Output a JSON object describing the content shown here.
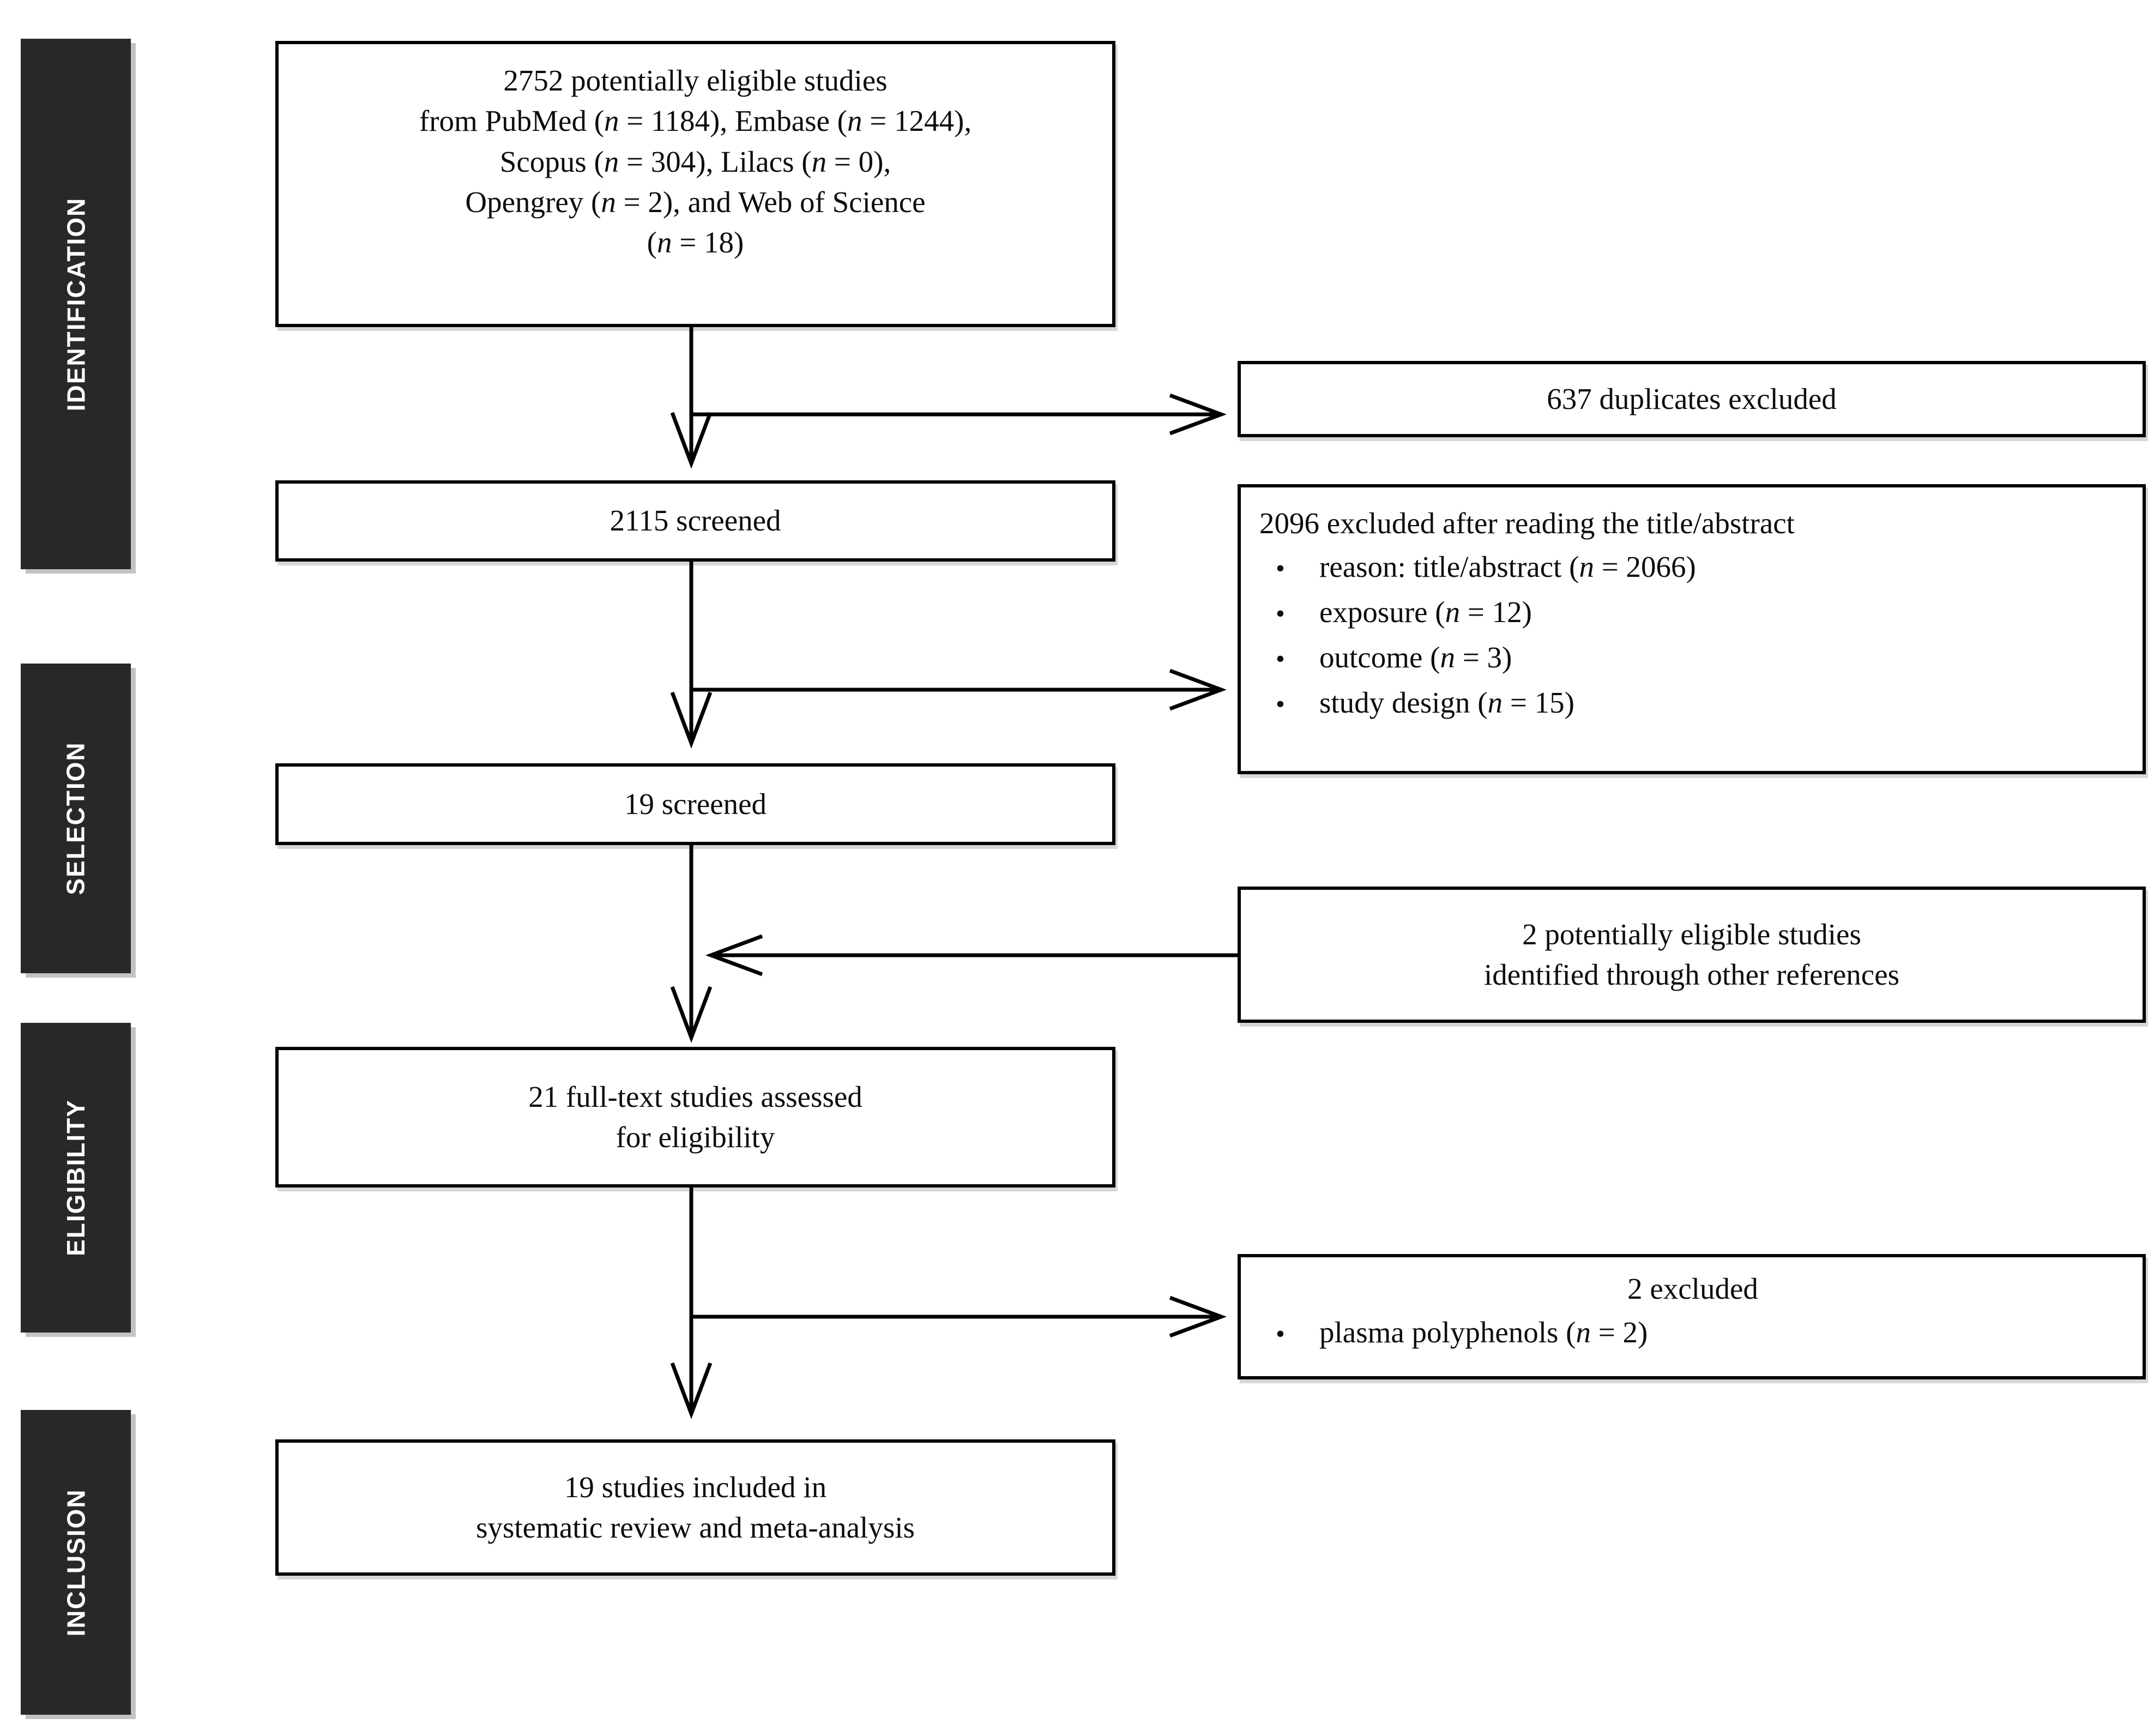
{
  "glyphs": {
    "bullet": "•"
  },
  "sidebar": {
    "stages": [
      {
        "label": "IDENTIFICATION"
      },
      {
        "label": "SELECTION"
      },
      {
        "label": "ELIGIBILITY"
      },
      {
        "label": "INCLUSION"
      }
    ]
  },
  "flow": {
    "identified": "2752 potentially eligible studies\nfrom PubMed (n = 1184), Embase (n = 1244),\nScopus (n = 304), Lilacs (n = 0),\nOpengrey (n = 2), and Web of Science\n(n = 18)",
    "duplicates_excluded": "637 duplicates excluded",
    "screened": "2115 screened",
    "title_abstract_excluded": {
      "title": "2096 excluded after reading the title/abstract",
      "items": [
        "reason: title/abstract (n = 2066)",
        "exposure (n = 12)",
        "outcome (n = 3)",
        "study design (n = 15)"
      ]
    },
    "screened_second": "19 screened",
    "other_references": "2 potentially eligible studies\nidentified through other references",
    "fulltext_assessed": "21 full-text studies assessed\nfor eligibility",
    "fulltext_excluded": {
      "title": "2 excluded",
      "items": [
        "plasma polyphenols (n = 2)"
      ]
    },
    "included": "19 studies included in\nsystematic review and meta-analysis"
  }
}
